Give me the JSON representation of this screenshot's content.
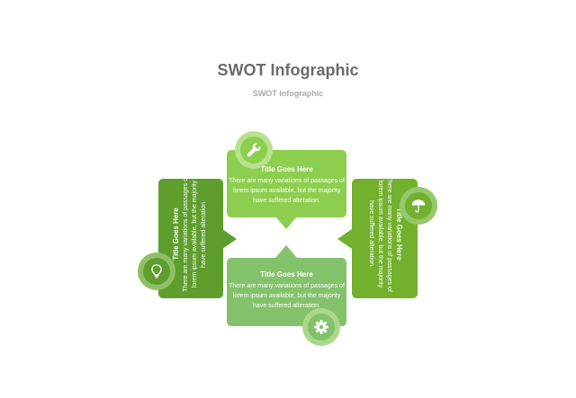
{
  "header": {
    "title": "SWOT Infographic",
    "subtitle": "SWOT Infographic"
  },
  "colors": {
    "title_text": "#6b6b6b",
    "subtitle_text": "#aaaaaa",
    "top_box": "#8dce4e",
    "bottom_box": "#84c16b",
    "left_box": "#5e9e2d",
    "right_box": "#72b02e",
    "top_badge_outer": "#b9e08f",
    "bottom_badge_outer": "#aad88a",
    "left_badge_outer": "#8fc065",
    "right_badge_outer": "#93c96a"
  },
  "panels": {
    "top": {
      "title": "Title Goes Here",
      "body": "There are many variations of passages of lorem ipsum available, but the majority  have suffered alteration.",
      "icon": "wrench-icon"
    },
    "bottom": {
      "title": "Title Goes Here",
      "body": "There are many variations of passages of lorem ipsum available, but the majority  have suffered alteration.",
      "icon": "gear-icon"
    },
    "left": {
      "title": "Title Goes Here",
      "body": "There are many variations of passages of lorem ipsum available, but the majority  have suffered alteration.",
      "icon": "lightbulb-icon"
    },
    "right": {
      "title": "Title Goes Here",
      "body": "There are many variations of passages of lorem ipsum available, but the majority  have suffered alteration.",
      "icon": "umbrella-icon"
    }
  }
}
